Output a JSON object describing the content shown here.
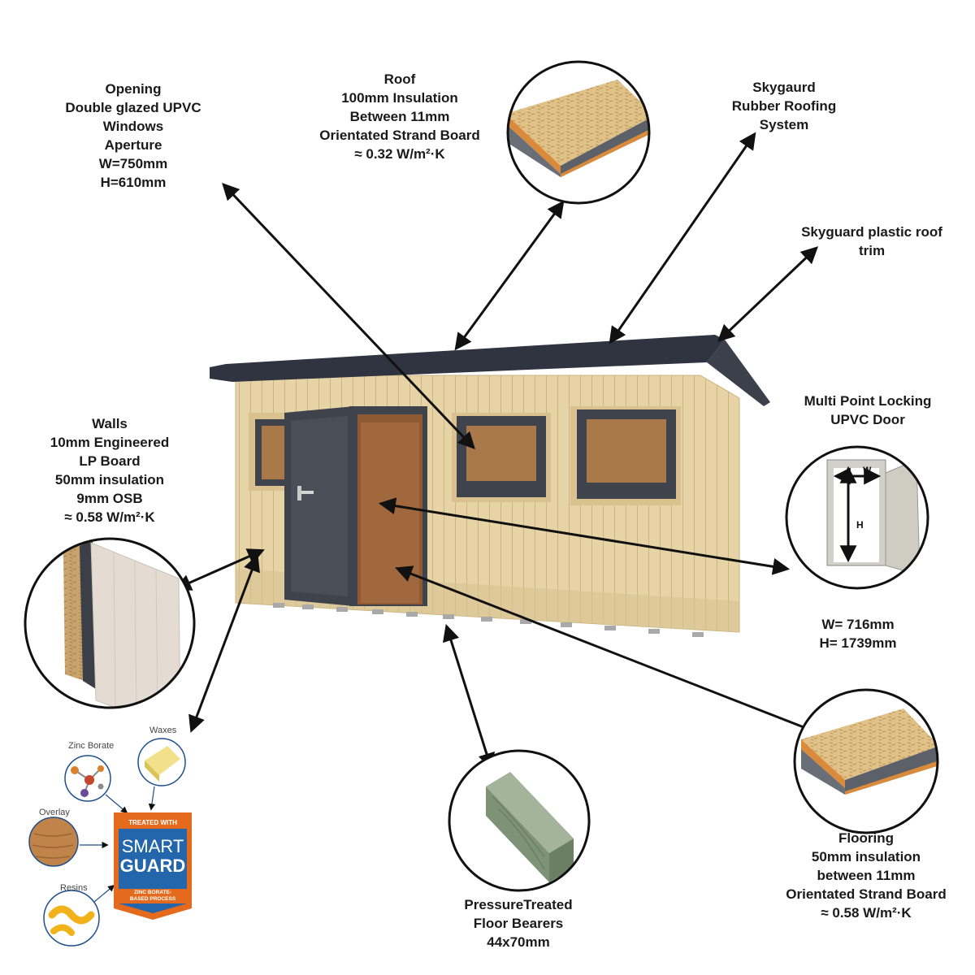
{
  "labels": {
    "windows": [
      "Opening",
      "Double glazed  UPVC",
      "Windows",
      "Aperture",
      "W=750mm",
      "H=610mm"
    ],
    "roof": [
      "Roof",
      "100mm Insulation",
      "Between 11mm",
      "Orientated Strand Board",
      "≈ 0.32 W/m²·K"
    ],
    "rubber_roof": [
      "Skygaurd",
      "Rubber Roofing",
      "System"
    ],
    "roof_trim": [
      "Skyguard plastic roof",
      "trim"
    ],
    "door": [
      "Multi Point Locking",
      "UPVC Door"
    ],
    "door_dims": [
      "W= 716mm",
      "H= 1739mm"
    ],
    "walls": [
      "Walls",
      "10mm Engineered",
      "LP Board",
      "50mm insulation",
      "9mm OSB",
      "≈ 0.58 W/m²·K"
    ],
    "flooring": [
      "Flooring",
      "50mm insulation",
      "between 11mm",
      "Orientated Strand Board",
      "≈ 0.58 W/m²·K"
    ],
    "bearers": [
      "PressureTreated",
      "Floor Bearers",
      "44x70mm"
    ]
  },
  "door_diagram": {
    "w": "W",
    "h": "H"
  },
  "smartguard": {
    "zinc_borate": "Zinc Borate",
    "waxes": "Waxes",
    "overlay": "Overlay",
    "resins": "Resins",
    "treated_with": "TREATED WITH",
    "smart": "SMART",
    "guard": "GUARD",
    "process": [
      "ZINC BORATE-",
      "BASED PROCESS"
    ]
  },
  "colors": {
    "wood": "#e3cfa0",
    "roof": "#2f3440",
    "frame": "#3f444c",
    "osb": "#b88a55",
    "bearer": "#7d9276",
    "badge_blue": "#2466ac",
    "badge_orange": "#e46a1e"
  }
}
